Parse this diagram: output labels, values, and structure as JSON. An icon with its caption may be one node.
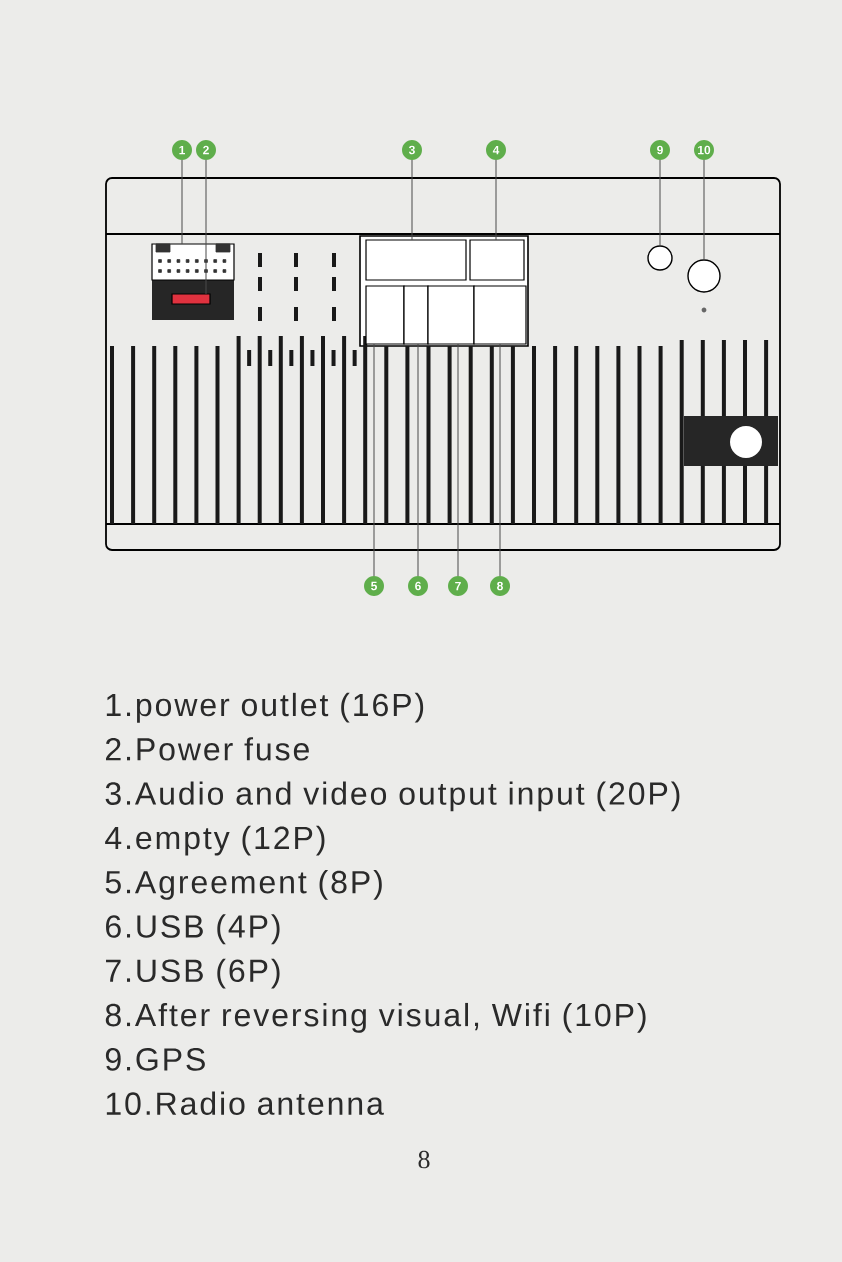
{
  "diagram": {
    "nodes": [
      {
        "text": [
          "1"
        ]
      },
      {
        "text": [
          "2"
        ]
      },
      {
        "text": [
          "3"
        ]
      },
      {
        "text": [
          "4"
        ]
      },
      {
        "text": [
          "9"
        ]
      },
      {
        "text": [
          "10"
        ]
      },
      {
        "text": [],
        "shape": "box"
      },
      {
        "text": [],
        "shape": "box"
      },
      {
        "text": [],
        "shape": "box"
      },
      {
        "text": [],
        "shape": "circle"
      },
      {
        "text": [],
        "shape": "circle"
      },
      {
        "text": [],
        "shape": "box"
      },
      {
        "text": [],
        "shape": "box"
      },
      {
        "text": [],
        "shape": "box"
      },
      {
        "text": [],
        "shape": "box"
      },
      {
        "text": [],
        "shape": "box"
      },
      {
        "text": [
          "5"
        ]
      },
      {
        "text": [
          "6"
        ]
      },
      {
        "text": [
          "7"
        ]
      },
      {
        "text": [
          "8"
        ]
      }
    ],
    "edges": [
      {
        "from": 0,
        "to": 6,
        "arrow": "none"
      },
      {
        "from": 1,
        "to": 11,
        "arrow": "none"
      },
      {
        "from": 2,
        "to": 7,
        "arrow": "none"
      },
      {
        "from": 3,
        "to": 8,
        "arrow": "none"
      },
      {
        "from": 4,
        "to": 9,
        "arrow": "none"
      },
      {
        "from": 5,
        "to": 10,
        "arrow": "none"
      },
      {
        "from": 16,
        "to": 12,
        "arrow": "none"
      },
      {
        "from": 17,
        "to": 13,
        "arrow": "none"
      },
      {
        "from": 18,
        "to": 14,
        "arrow": "none"
      },
      {
        "from": 19,
        "to": 15,
        "arrow": "none"
      }
    ],
    "labels": [
      "1.power outlet (16P)",
      "2.Power fuse",
      "3.Audio and video output input (20P)",
      "4.empty (12P)",
      "5.Agreement (8P)",
      "6.USB (4P)",
      "7.USB (6P)",
      "8.After reversing visual, Wifi (10P)",
      "9.GPS",
      "10.Radio antenna",
      "8"
    ]
  }
}
